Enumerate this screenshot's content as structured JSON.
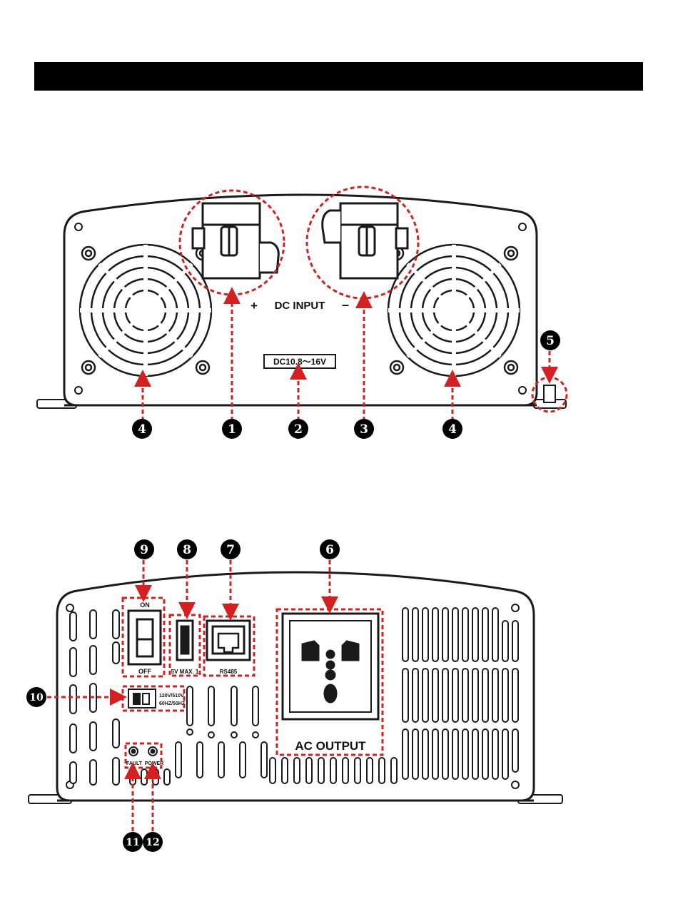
{
  "front_panel": {
    "dc_input_label": "DC INPUT",
    "plus_sign": "+",
    "minus_sign": "–",
    "voltage_label": "DC10.8～16V"
  },
  "rear_panel": {
    "switch_on_label": "ON",
    "switch_off_label": "OFF",
    "usb_label": "5V MAX. 1",
    "rs485_label": "RS485",
    "selector_line1": "120V/510V",
    "selector_line2": "60HZ/50HZ",
    "ac_output_label": "AC OUTPUT",
    "fault_label": "FAULT",
    "power_label": "POWER"
  },
  "callouts": {
    "c1": "1",
    "c2": "2",
    "c3": "3",
    "c4": "4",
    "c5": "5",
    "c6": "6",
    "c7": "7",
    "c8": "8",
    "c9": "9",
    "c10": "10",
    "c11": "11",
    "c12": "12"
  },
  "colors": {
    "callout_red": "#d42020",
    "outline": "#1a1a1a",
    "badge": "#000000"
  }
}
